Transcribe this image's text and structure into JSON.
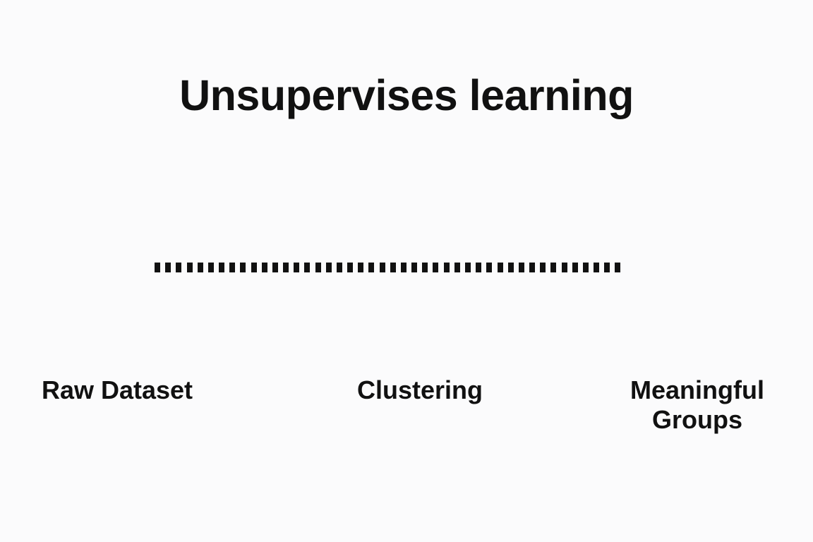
{
  "slide": {
    "title": "Unsupervises learning",
    "background_color": "#fbfbfc",
    "text_color": "#111111"
  },
  "connector": {
    "style": "dotted",
    "dot_shape": "square",
    "dot_count": 44,
    "color": "#111111"
  },
  "stages": [
    {
      "name": "raw-dataset",
      "lines": [
        "Raw Dataset"
      ]
    },
    {
      "name": "clustering",
      "lines": [
        "Clustering"
      ]
    },
    {
      "name": "meaningful-groups",
      "lines": [
        "Meaningful",
        "Groups"
      ]
    }
  ]
}
